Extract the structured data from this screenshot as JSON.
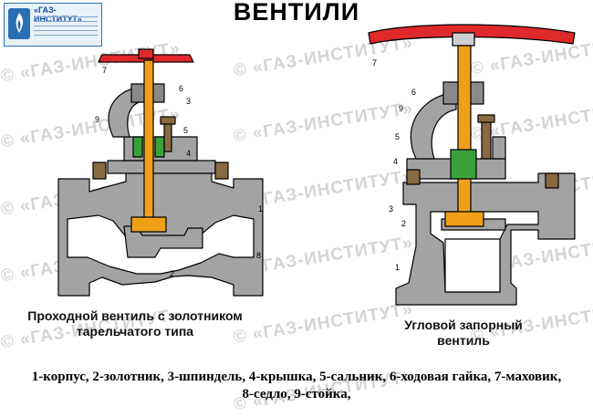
{
  "title": "ВЕНТИЛИ",
  "watermark": "© «ГАЗ-ИНСТИТУТ»",
  "logo": {
    "name": "«ГАЗ-ИНСТИТУТ»"
  },
  "captions": {
    "left": [
      "Проходной вентиль с золотником",
      "тарельчатого типа"
    ],
    "right": [
      "Угловой запорный",
      "вентиль"
    ]
  },
  "part_numbers": {
    "left": [
      "7",
      "6",
      "3",
      "9",
      "5",
      "4",
      "1",
      "8",
      "2"
    ],
    "right": [
      "7",
      "6",
      "9",
      "5",
      "4",
      "3",
      "2",
      "1"
    ]
  },
  "legend": [
    "1-корпус, 2-золотник, 3-шпиндель, 4-крышка, 5-сальник, 6-ходовая гайка, 7-маховик,",
    "8-седло, 9-стойка,"
  ],
  "colors": {
    "body": "#a3a3a3",
    "handwheel": "#e0292b",
    "stem": "#f0a018",
    "packing": "#3aa13a",
    "parts": "#8a6a40"
  }
}
